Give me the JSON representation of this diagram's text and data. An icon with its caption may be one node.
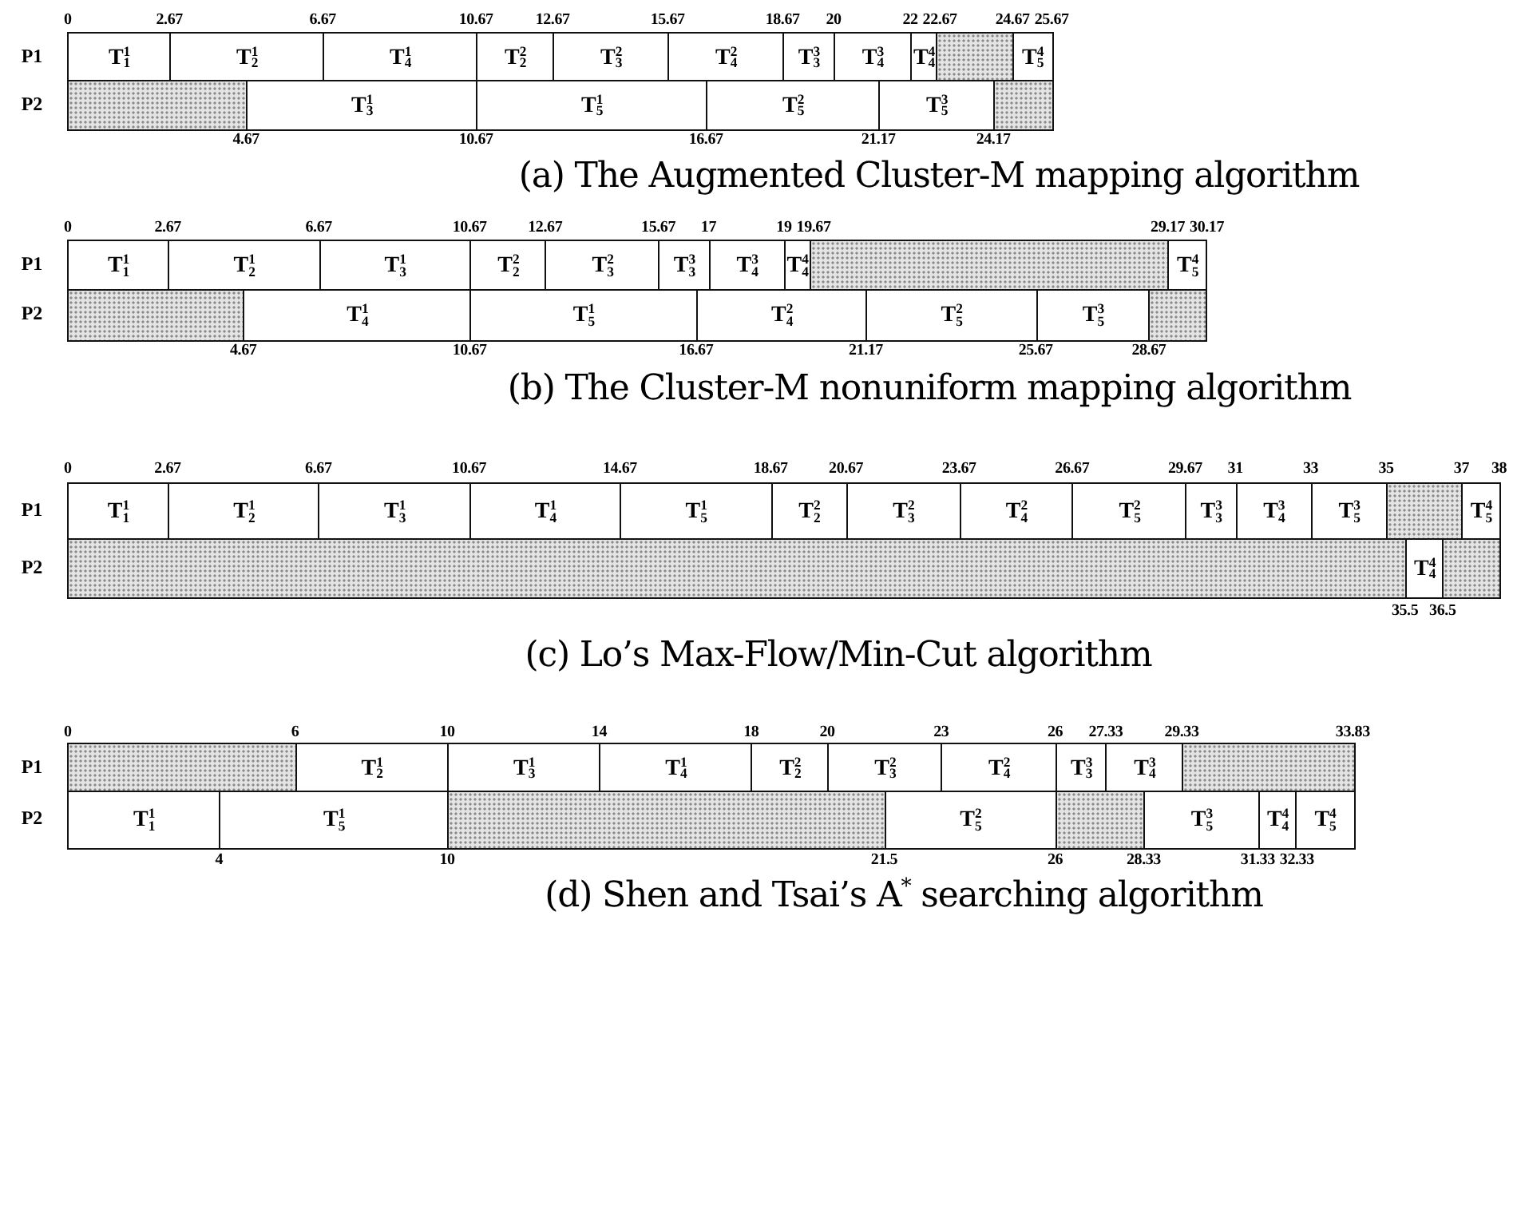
{
  "diagram": {
    "nodes": [
      {
        "text": [
          "T$^{1}$$_{1}$"
        ]
      },
      {
        "text": [
          "T$^{1}$$_{2}$"
        ]
      },
      {
        "text": [
          "T$^{1}$$_{4}$"
        ]
      },
      {
        "text": [
          "T$^{2}$$_{2}$"
        ]
      },
      {
        "text": [
          "T$^{2}$$_{3}$"
        ]
      },
      {
        "text": [
          "T$^{2}$$_{4}$"
        ]
      },
      {
        "text": [
          "T$^{3}$$_{3}$"
        ]
      },
      {
        "text": [
          "T$^{3}$$_{4}$"
        ]
      },
      {
        "text": [
          "T$^{4}$$_{4}$"
        ]
      },
      {
        "text": [],
        "shape": "box"
      },
      {
        "text": [
          "T$^{4}$$_{5}$"
        ]
      },
      {
        "text": [],
        "shape": "box"
      },
      {
        "text": [
          "T$^{1}$$_{3}$"
        ]
      },
      {
        "text": [
          "T$^{1}$$_{5}$"
        ]
      },
      {
        "text": [
          "T$^{2}$$_{5}$"
        ]
      },
      {
        "text": [
          "T$^{3}$$_{5}$"
        ]
      },
      {
        "text": [],
        "shape": "box"
      },
      {
        "text": [
          "T$^{1}$$_{1}$"
        ]
      },
      {
        "text": [
          "T$^{1}$$_{2}$"
        ]
      },
      {
        "text": [
          "T$^{1}$$_{3}$"
        ]
      },
      {
        "text": [
          "T$^{2}$$_{2}$"
        ]
      },
      {
        "text": [
          "T$^{2}$$_{3}$"
        ]
      },
      {
        "text": [
          "T$^{3}$$_{3}$"
        ]
      },
      {
        "text": [
          "T$^{3}$$_{4}$"
        ]
      },
      {
        "text": [
          "T$^{4}$$_{4}$"
        ]
      },
      {
        "text": [],
        "shape": "box"
      },
      {
        "text": [
          "T$^{4}$$_{5}$"
        ]
      },
      {
        "text": [],
        "shape": "box"
      },
      {
        "text": [
          "T$^{1}$$_{4}$"
        ]
      },
      {
        "text": [
          "T$^{1}$$_{5}$"
        ]
      },
      {
        "text": [
          "T$^{2}$$_{4}$"
        ]
      },
      {
        "text": [
          "T$^{2}$$_{5}$"
        ]
      },
      {
        "text": [
          "T$^{3}$$_{5}$"
        ]
      },
      {
        "text": [],
        "shape": "box"
      },
      {
        "text": [
          "T$^{1}$$_{1}$"
        ]
      },
      {
        "text": [
          "T$^{1}$$_{2}$"
        ]
      },
      {
        "text": [
          "T$^{1}$$_{3}$"
        ]
      },
      {
        "text": [
          "T$^{1}$$_{4}$"
        ]
      },
      {
        "text": [
          "T$^{1}$$_{5}$"
        ]
      },
      {
        "text": [
          "T$^{2}$$_{2}$"
        ]
      },
      {
        "text": [
          "T$^{2}$$_{3}$"
        ]
      },
      {
        "text": [
          "T$^{2}$$_{4}$"
        ]
      },
      {
        "text": [
          "T$^{2}$$_{5}$"
        ]
      },
      {
        "text": [
          "T$^{3}$$_{3}$"
        ]
      },
      {
        "text": [
          "T$^{3}$$_{4}$"
        ]
      },
      {
        "text": [
          "T$^{3}$$_{5}$"
        ]
      },
      {
        "text": [],
        "shape": "box"
      },
      {
        "text": [
          "T$^{4}$$_{5}$"
        ]
      },
      {
        "text": [],
        "shape": "box"
      },
      {
        "text": [
          "T$^{4}$$_{4}$"
        ]
      },
      {
        "text": [],
        "shape": "box"
      },
      {
        "text": [],
        "shape": "box"
      },
      {
        "text": [
          "T$^{1}$$_{2}$"
        ]
      },
      {
        "text": [
          "T$^{1}$$_{3}$"
        ]
      },
      {
        "text": [
          "T$^{1}$$_{4}$"
        ]
      },
      {
        "text": [
          "T$^{2}$$_{2}$"
        ]
      },
      {
        "text": [
          "T$^{2}$$_{3}$"
        ]
      },
      {
        "text": [
          "T$^{2}$$_{4}$"
        ]
      },
      {
        "text": [
          "T$^{3}$$_{3}$"
        ]
      },
      {
        "text": [
          "T$^{3}$$_{4}$"
        ]
      },
      {
        "text": [],
        "shape": "box"
      },
      {
        "text": [
          "T$^{1}$$_{1}$"
        ]
      },
      {
        "text": [
          "T$^{1}$$_{5}$"
        ]
      },
      {
        "text": [],
        "shape": "box"
      },
      {
        "text": [
          "T$^{2}$$_{5}$"
        ]
      },
      {
        "text": [],
        "shape": "box"
      },
      {
        "text": [
          "T$^{3}$$_{5}$"
        ]
      },
      {
        "text": [
          "T$^{4}$$_{4}$"
        ]
      },
      {
        "text": [
          "T$^{4}$$_{5}$"
        ]
      }
    ],
    "labels": [
      "0",
      "2.67",
      "6.67",
      "10.67",
      "12.67",
      "15.67",
      "18.67",
      "20",
      "22",
      "22.67",
      "24.67",
      "25.67",
      "P1",
      "P2",
      "4.67",
      "10.67",
      "16.67",
      "21.17",
      "24.17",
      "(a) The Augmented Cluster-M mapping algorithm",
      "0",
      "2.67",
      "6.67",
      "10.67",
      "12.67",
      "15.67",
      "17",
      "19",
      "19.67",
      "29.17",
      "30.17",
      "P1",
      "P2",
      "4.67",
      "10.67",
      "16.67",
      "21.17",
      "25.67",
      "28.67",
      "(b) The Cluster-M nonuniform mapping algorithm",
      "0",
      "2.67",
      "6.67",
      "10.67",
      "14.67",
      "18.67",
      "20.67",
      "23.67",
      "26.67",
      "29.67",
      "31",
      "33",
      "35",
      "37",
      "38",
      "P1",
      "P2",
      "35.5",
      "36.5",
      "(c) Lo’s Max-Flow/Min-Cut algorithm",
      "0",
      "6",
      "10",
      "14",
      "18",
      "20",
      "23",
      "26",
      "27.33",
      "29.33",
      "33.83",
      "P1",
      "P2",
      "4",
      "10",
      "21.5",
      "26",
      "28.33",
      "31.33",
      "32.33",
      "(d) Shen and Tsai’s A$^{*}$ searching algorithm"
    ]
  }
}
